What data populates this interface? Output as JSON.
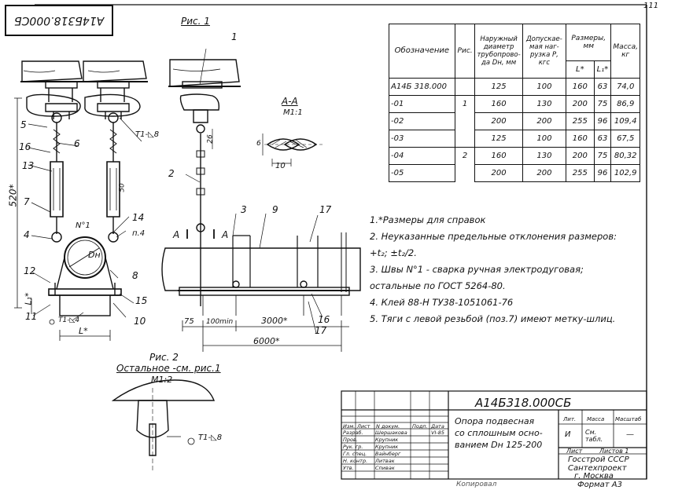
{
  "header": {
    "stamp_code": "А14Б318.000СБ",
    "sheet_mark": "111"
  },
  "views": {
    "fig1_title": "Рис. 1",
    "section_title": "А-А",
    "section_scale": "М1:1",
    "fig2_title": "Рис. 2",
    "fig2_note": "Остальное -см. рис.1",
    "fig2_scale": "М1:2"
  },
  "dimensions": {
    "d520": "520*",
    "dL": "L*",
    "dL1": "L₁*",
    "d26": "26",
    "d50": "50",
    "d6": "6",
    "d10": "10",
    "d75": "75",
    "d100": "100min",
    "d3000": "3000*",
    "d6000": "6000*",
    "dDH": "Dн",
    "weld_t1_8": "Т1-◺8",
    "weld_t1_4": "Т1-◺4",
    "weld_fig2": "Т1-◺8",
    "n1": "N°1",
    "p4": "п.4",
    "sec_a_left": "А",
    "sec_a_right": "А"
  },
  "callouts": [
    "1",
    "2",
    "3",
    "9",
    "17",
    "5",
    "16",
    "6",
    "13",
    "7",
    "4",
    "12",
    "11",
    "10",
    "15",
    "8",
    "14",
    "16",
    "17"
  ],
  "table": {
    "headers": [
      "Обозначение",
      "Рис.",
      "Наружный диаметр трубопрово-да Dн, мм",
      "Допускае-мая наг-рузка Р, кгс",
      "Размеры, мм",
      "Масса, кг"
    ],
    "subheaders": [
      "L*",
      "L₁*"
    ],
    "rows": [
      {
        "code": "А14Б 318.000",
        "fig": "",
        "d": "125",
        "p": "100",
        "L": "160",
        "L1": "63",
        "m": "74,0"
      },
      {
        "code": "-01",
        "fig": "1",
        "d": "160",
        "p": "130",
        "L": "200",
        "L1": "75",
        "m": "86,9"
      },
      {
        "code": "-02",
        "fig": "",
        "d": "200",
        "p": "200",
        "L": "255",
        "L1": "96",
        "m": "109,4"
      },
      {
        "code": "-03",
        "fig": "",
        "d": "125",
        "p": "100",
        "L": "160",
        "L1": "63",
        "m": "67,5"
      },
      {
        "code": "-04",
        "fig": "2",
        "d": "160",
        "p": "130",
        "L": "200",
        "L1": "75",
        "m": "80,32"
      },
      {
        "code": "-05",
        "fig": "",
        "d": "200",
        "p": "200",
        "L": "255",
        "L1": "96",
        "m": "102,9"
      }
    ]
  },
  "notes": [
    "1.*Размеры для справок",
    "2. Неуказанные предельные отклонения размеров:",
    "+t₂; ±t₂/2.",
    "3. Швы N°1 - сварка ручная электродуговая;",
    "остальные по ГОСТ 5264-80.",
    "4. Клей 88-Н ТУ38-1051061-76",
    "5. Тяги с левой резьбой (поз.7) имеют метку-шлиц."
  ],
  "title_block": {
    "doc_code": "А14Б318.000СБ",
    "name_1": "Опора подвесная",
    "name_2": "со сплошным осно-",
    "name_3": "ванием Dн 125-200",
    "lit_h": "Лит.",
    "mass_h": "Масса",
    "scale_h": "Масштаб",
    "lit_v": "И",
    "mass_v": "См. табл.",
    "scale_v": "—",
    "sheet": "Лист",
    "sheets": "Листов 1",
    "org_1": "Госстрой СССР",
    "org_2": "Сантехпроект",
    "org_3": "г. Москва",
    "format": "Формат А3",
    "copied": "Копировал",
    "col_h": [
      "Изм.",
      "Лист",
      "N докум.",
      "Подп.",
      "Дата"
    ],
    "roles": [
      "Разраб.",
      "Пров.",
      "Рук. гр.",
      "Гл. спец.",
      "Н. контр.",
      "Утв."
    ],
    "names": [
      "Шершакова",
      "Крупник",
      "Крупник",
      "Вайнберг",
      "Литвак",
      "Спивак"
    ],
    "date": "VI-85"
  }
}
